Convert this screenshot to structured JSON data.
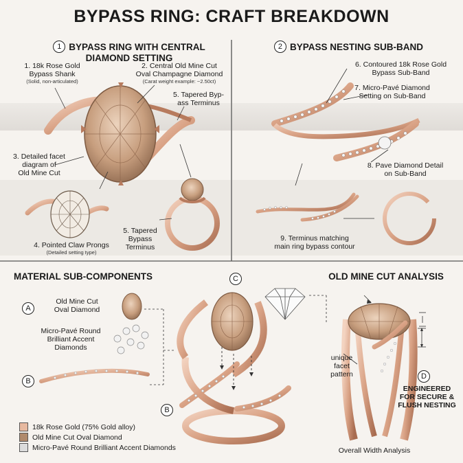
{
  "title": "BYPASS RING: CRAFT BREAKDOWN",
  "panel1": {
    "badge": "1",
    "heading_line1": "BYPASS RING WITH CENTRAL",
    "heading_line2": "DIAMOND SETTING",
    "label1_line1": "1. 18k Rose Gold",
    "label1_line2": "Bypass Shank",
    "label1_note": "(Solid, non-articulated)",
    "label2_line1": "2. Central Old Mine Cut",
    "label2_line2": "Oval Champagne Diamond",
    "label2_note": "(Carat weight example: ~2.50ct)",
    "label5a_line1": "5. Tapered Byp-",
    "label5a_line2": "ass Terminus",
    "label3_line1": "3. Detailed facet",
    "label3_line2": "diagram of",
    "label3_line3": "Old Mine Cut",
    "label4": "4. Pointed Claw Prongs",
    "label4_note": "(Detailed setting type)",
    "label5b_line1": "5. Tapered",
    "label5b_line2": "Bypass",
    "label5b_line3": "Terminus"
  },
  "panel2": {
    "badge": "2",
    "heading": "BYPASS NESTING SUB-BAND",
    "label6_line1": "6. Contoured 18k Rose Gold",
    "label6_line2": "Bypass Sub-Band",
    "label7_line1": "7. Micro-Pavé Diamond",
    "label7_line2": "Setting on Sub-Band",
    "label8_line1": "8. Pave Diamond Detail",
    "label8_line2": "on Sub-Band",
    "label9_line1": "9. Terminus matching",
    "label9_line2": "main ring bypass contour"
  },
  "panel3": {
    "heading": "MATERIAL SUB-COMPONENTS",
    "badge_a": "A",
    "a_line1": "Old Mine Cut",
    "a_line2": "Oval Diamond",
    "micro_line1": "Micro-Pavé Round",
    "micro_line2": "Brilliant Accent",
    "micro_line3": "Diamonds",
    "badge_b": "B",
    "legend": [
      {
        "label": "18k Rose Gold (75% Gold alloy)",
        "color": "#e7b9a0"
      },
      {
        "label": "Old Mine Cut Oval Diamond",
        "color": "#b08a6c"
      },
      {
        "label": "Micro-Pavé Round Brilliant Accent Diamonds",
        "color": "#dcdcdc"
      }
    ]
  },
  "panel4": {
    "badge_c": "C",
    "badge_b": "B"
  },
  "panel5": {
    "heading": "OLD MINE CUT ANALYSIS",
    "facet_line1": "unique",
    "facet_line2": "facet",
    "facet_line3": "pattern",
    "badge_d": "D",
    "eng_line1": "ENGINEERED",
    "eng_line2": "FOR SECURE &",
    "eng_line3": "FLUSH NESTING",
    "footer": "Overall Width Analysis"
  },
  "colors": {
    "rose_gold": "#d9a285",
    "rose_gold_dark": "#a86c50",
    "champagne": "#c79e7e",
    "background": "#f6f3ef"
  }
}
